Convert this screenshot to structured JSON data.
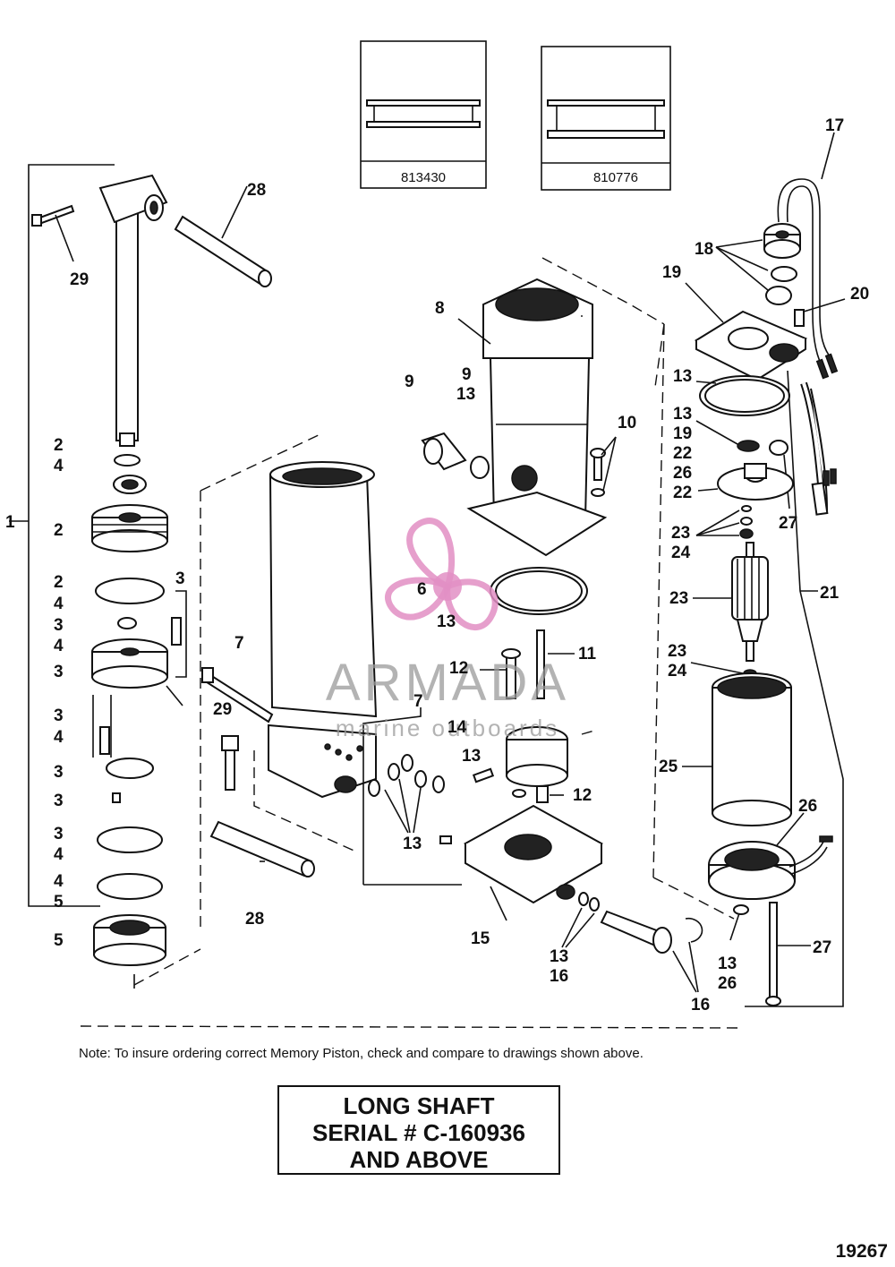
{
  "insets": [
    {
      "part_number": "813430"
    },
    {
      "part_number": "810776"
    }
  ],
  "callouts": {
    "c1": "1",
    "c2a": "2",
    "c4a": "4",
    "c2b": "2",
    "c2c": "2",
    "c4b": "4",
    "c3a": "3",
    "c3b": "3",
    "c4c": "4",
    "c3c": "3",
    "c3d": "3",
    "c4d": "4",
    "c3e": "3",
    "c3f": "3",
    "c3g": "3",
    "c4e": "4",
    "c4f": "4",
    "c5a": "5",
    "c5b": "5",
    "c29a": "29",
    "c28a": "28",
    "c7a": "7",
    "c29b": "29",
    "c28b": "28",
    "c6": "6",
    "c7b": "7",
    "c13a": "13",
    "c8": "8",
    "c9a": "9",
    "c9b": "9",
    "c13b": "13",
    "c10": "10",
    "c13c": "13",
    "c11": "11",
    "c12a": "12",
    "c14": "14",
    "c13d": "13",
    "c12b": "12",
    "c15": "15",
    "c13e": "13",
    "c16a": "16",
    "c16b": "16",
    "c17": "17",
    "c18": "18",
    "c19a": "19",
    "c20": "20",
    "c13f": "13",
    "c13g": "13",
    "c19b": "19",
    "c22a": "22",
    "c26a": "26",
    "c22b": "22",
    "c27a": "27",
    "c23a": "23",
    "c24a": "24",
    "c21": "21",
    "c23b": "23",
    "c23c": "23",
    "c24b": "24",
    "c25": "25",
    "c26b": "26",
    "c13h": "13",
    "c26c": "26",
    "c27b": "27"
  },
  "watermark": {
    "brand": "ARMADA",
    "sub": "marine outboards"
  },
  "note": "Note: To insure ordering correct Memory Piston, check and compare to drawings shown above.",
  "serial_box": {
    "line1": "LONG SHAFT",
    "line2": "SERIAL # C-160936",
    "line3": "AND ABOVE"
  },
  "figure_number": "19267",
  "colors": {
    "line": "#111111",
    "watermark_logo": "#e28fc4",
    "watermark_text": "#9a9a9a"
  }
}
